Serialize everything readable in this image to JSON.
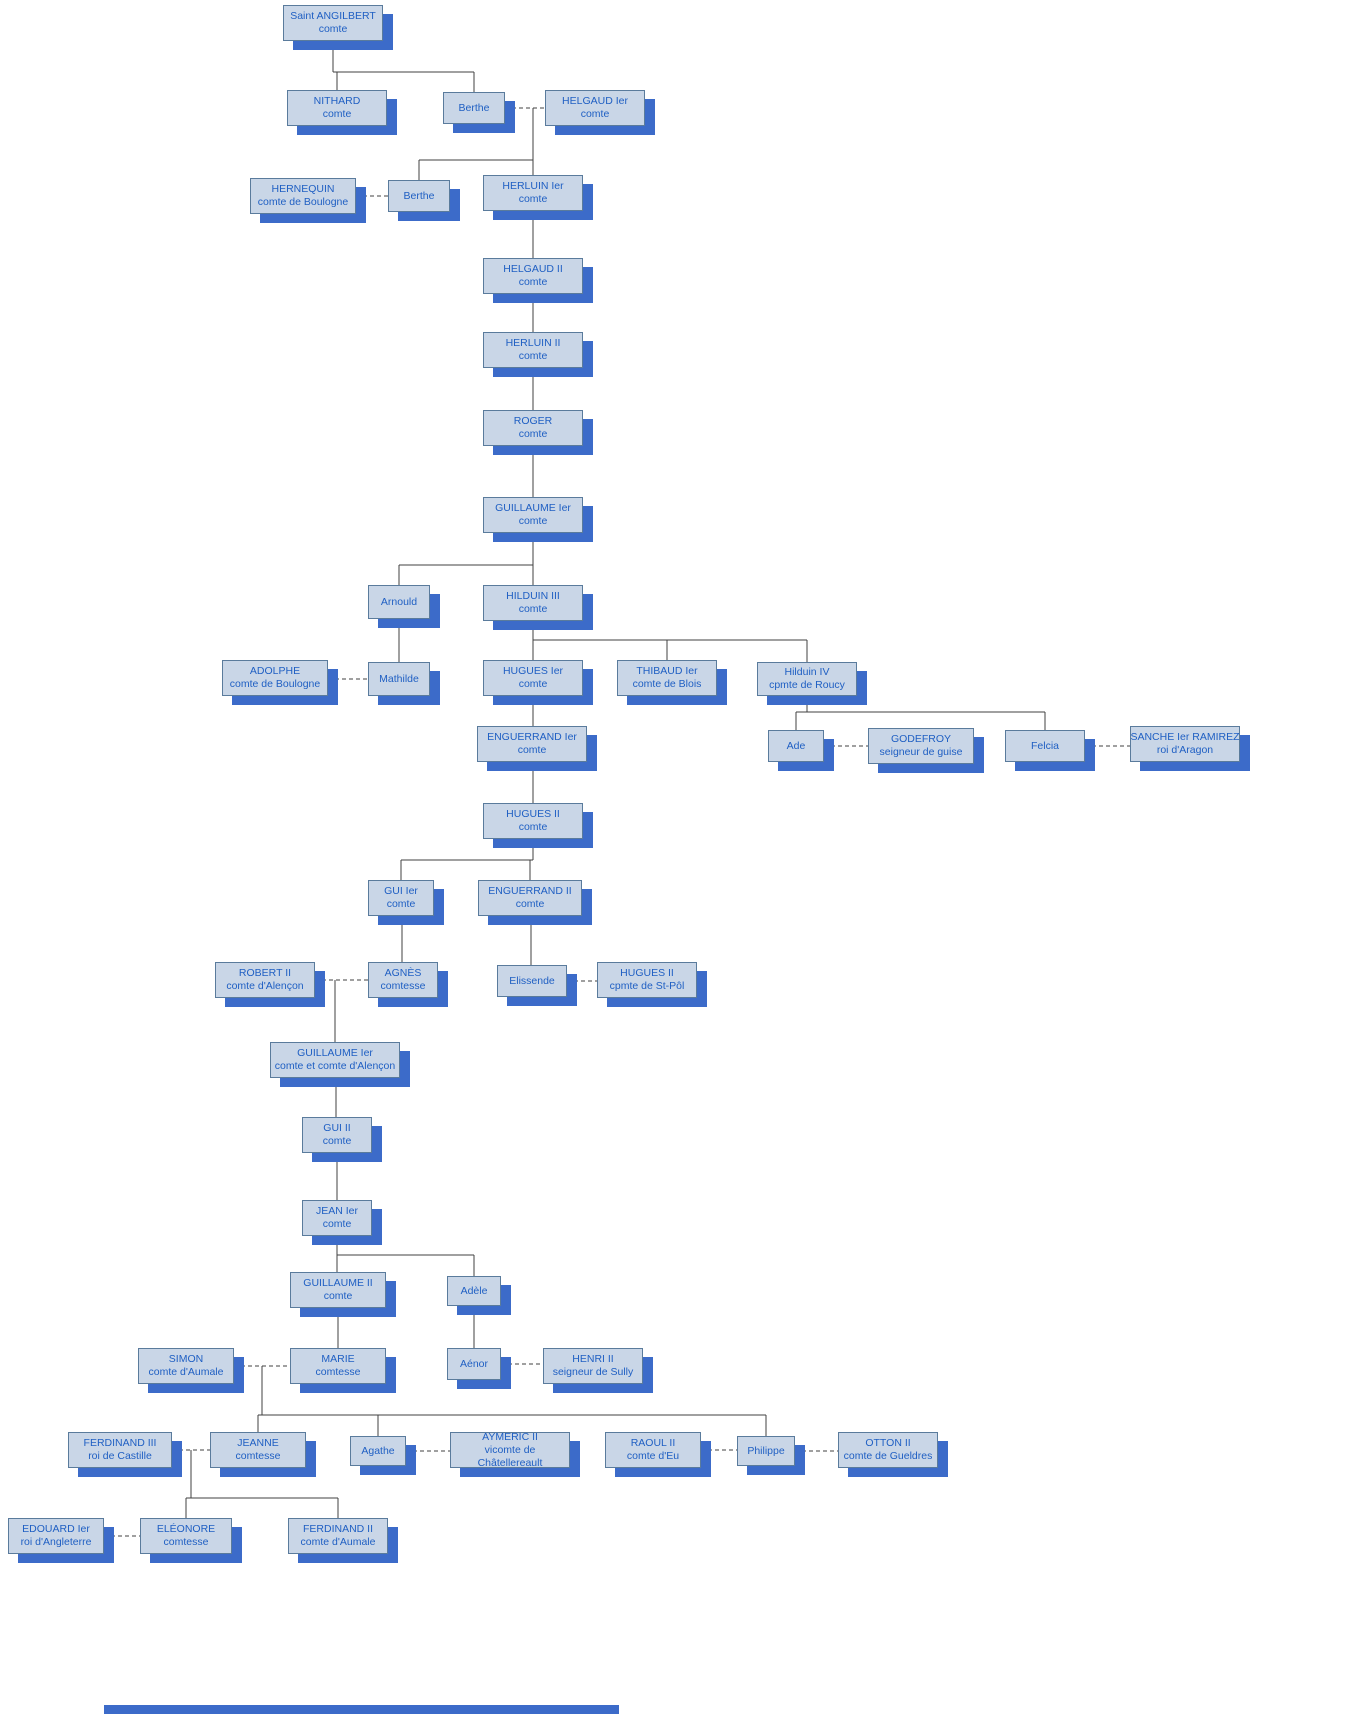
{
  "diagram_type": "family-tree",
  "colors": {
    "background": "#ffffff",
    "box_fill": "#c9d6e7",
    "box_border": "#5a7b9c",
    "box_shadow": "#3c6bc9",
    "text": "#1f5fc3",
    "line_solid": "#404040",
    "line_dashed_meaning": "marriage",
    "line_solid_meaning": "descent"
  },
  "nodes": [
    {
      "name": "Saint ANGILBERT",
      "title": "comte"
    },
    {
      "name": "NITHARD",
      "title": "comte"
    },
    {
      "name": "Berthe",
      "title": ""
    },
    {
      "name": "HELGAUD Ier",
      "title": "comte"
    },
    {
      "name": "HERNEQUIN",
      "title": "comte de Boulogne"
    },
    {
      "name": "Berthe",
      "title": ""
    },
    {
      "name": "HERLUIN Ier",
      "title": "comte"
    },
    {
      "name": "HELGAUD II",
      "title": "comte"
    },
    {
      "name": "HERLUIN II",
      "title": "comte"
    },
    {
      "name": "ROGER",
      "title": "comte"
    },
    {
      "name": "GUILLAUME Ier",
      "title": "comte"
    },
    {
      "name": "Arnould",
      "title": ""
    },
    {
      "name": "HILDUIN III",
      "title": "comte"
    },
    {
      "name": "ADOLPHE",
      "title": "comte de Boulogne"
    },
    {
      "name": "Mathilde",
      "title": ""
    },
    {
      "name": "HUGUES Ier",
      "title": "comte"
    },
    {
      "name": "THIBAUD Ier",
      "title": "comte de Blois"
    },
    {
      "name": "Hilduin IV",
      "title": "cpmte de Roucy"
    },
    {
      "name": "Ade",
      "title": ""
    },
    {
      "name": "GODEFROY",
      "title": "seigneur de guise"
    },
    {
      "name": "Felcia",
      "title": ""
    },
    {
      "name": "SANCHE Ier RAMIREZ",
      "title": "roi d'Aragon"
    },
    {
      "name": "ENGUERRAND Ier",
      "title": "comte"
    },
    {
      "name": "HUGUES II",
      "title": "comte"
    },
    {
      "name": "GUI Ier",
      "title": "comte"
    },
    {
      "name": "ENGUERRAND II",
      "title": "comte"
    },
    {
      "name": "ROBERT II",
      "title": "comte d'Alençon"
    },
    {
      "name": "AGNÈS",
      "title": "comtesse"
    },
    {
      "name": "Elissende",
      "title": ""
    },
    {
      "name": "HUGUES II",
      "title": "cpmte de St-Pôl"
    },
    {
      "name": "GUILLAUME Ier",
      "title": "comte et comte d'Alençon"
    },
    {
      "name": "GUI II",
      "title": "comte"
    },
    {
      "name": "JEAN Ier",
      "title": "comte"
    },
    {
      "name": "GUILLAUME II",
      "title": "comte"
    },
    {
      "name": "Adèle",
      "title": ""
    },
    {
      "name": "SIMON",
      "title": "comte d'Aumale"
    },
    {
      "name": "MARIE",
      "title": "comtesse"
    },
    {
      "name": "Aénor",
      "title": ""
    },
    {
      "name": "HENRI II",
      "title": "seigneur de Sully"
    },
    {
      "name": "FERDINAND III",
      "title": "roi de Castille"
    },
    {
      "name": "JEANNE",
      "title": "comtesse"
    },
    {
      "name": "Agathe",
      "title": ""
    },
    {
      "name": "AYMERIC II",
      "title": "vicomte de Châtellereault"
    },
    {
      "name": "RAOUL II",
      "title": "comte d'Eu"
    },
    {
      "name": "Philippe",
      "title": ""
    },
    {
      "name": "OTTON II",
      "title": "comte de Gueldres"
    },
    {
      "name": "EDOUARD Ier",
      "title": "roi d'Angleterre"
    },
    {
      "name": "ELÉONORE",
      "title": "comtesse"
    },
    {
      "name": "FERDINAND II",
      "title": "comte d'Aumale"
    }
  ],
  "edges": {
    "marriage_pairs": [
      [
        2,
        3
      ],
      [
        4,
        5
      ],
      [
        13,
        14
      ],
      [
        18,
        19
      ],
      [
        20,
        21
      ],
      [
        26,
        27
      ],
      [
        28,
        29
      ],
      [
        35,
        36
      ],
      [
        37,
        38
      ],
      [
        39,
        40
      ],
      [
        41,
        42
      ],
      [
        43,
        44
      ],
      [
        44,
        45
      ],
      [
        46,
        47
      ]
    ],
    "parent_child": [
      [
        0,
        1
      ],
      [
        0,
        2
      ],
      [
        "2+3",
        5
      ],
      [
        "2+3",
        6
      ],
      [
        6,
        7
      ],
      [
        7,
        8
      ],
      [
        8,
        9
      ],
      [
        9,
        10
      ],
      [
        10,
        11
      ],
      [
        10,
        12
      ],
      [
        11,
        14
      ],
      [
        12,
        15
      ],
      [
        12,
        16
      ],
      [
        12,
        17
      ],
      [
        17,
        18
      ],
      [
        17,
        20
      ],
      [
        15,
        22
      ],
      [
        22,
        23
      ],
      [
        23,
        24
      ],
      [
        23,
        25
      ],
      [
        24,
        27
      ],
      [
        25,
        28
      ],
      [
        "26+27",
        30
      ],
      [
        30,
        31
      ],
      [
        31,
        32
      ],
      [
        32,
        33
      ],
      [
        32,
        34
      ],
      [
        33,
        36
      ],
      [
        34,
        37
      ],
      [
        "35+36",
        40
      ],
      [
        "35+36",
        41
      ],
      [
        "35+36",
        44
      ],
      [
        "39+40",
        47
      ],
      [
        "39+40",
        48
      ]
    ]
  }
}
